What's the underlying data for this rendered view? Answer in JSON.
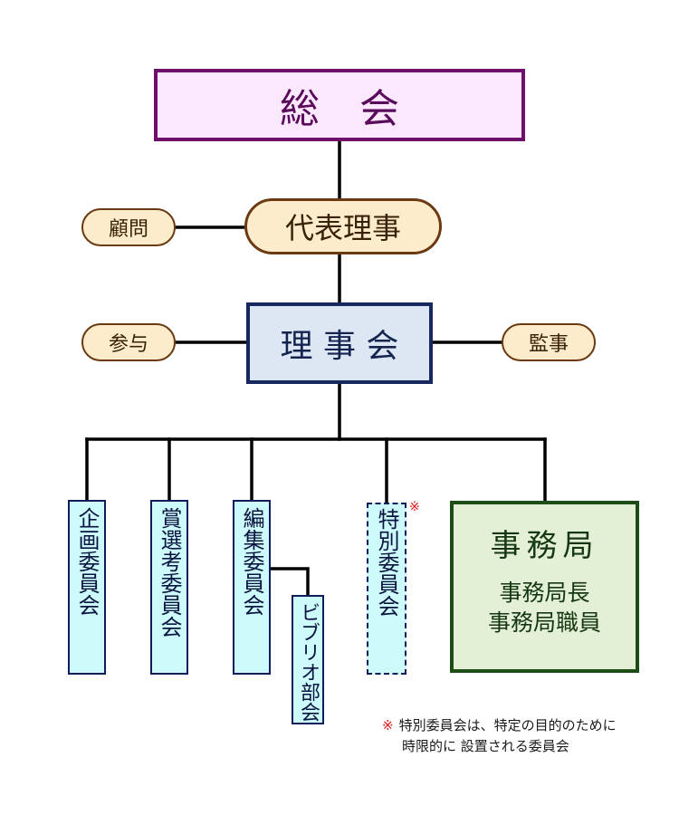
{
  "general_meeting": "総　会",
  "representative_director": "代表理事",
  "advisor": "顧問",
  "board": "理 事 会",
  "counselor": "参与",
  "auditor": "監事",
  "committees": [
    {
      "label": "企画委員会"
    },
    {
      "label": "賞選考委員会"
    },
    {
      "label": "編集委員会"
    },
    {
      "label": "ビブリオ部会"
    }
  ],
  "special_committee": {
    "label": "特別委員会",
    "mark": "※"
  },
  "secretariat": {
    "title": "事務局",
    "members": [
      "事務局長",
      "事務局職員"
    ]
  },
  "note": {
    "mark": "※",
    "line1": "特別委員会は、特定の目的のために",
    "line2": "時限的に 設置される委員会"
  },
  "colors": {
    "general_border": "#6e0f6e",
    "pill_border": "#6b3a12",
    "board_border": "#17285e",
    "committee_fill": "#cdfafa",
    "secretariat_border": "#1c4d17",
    "mark": "#e01c1c"
  }
}
